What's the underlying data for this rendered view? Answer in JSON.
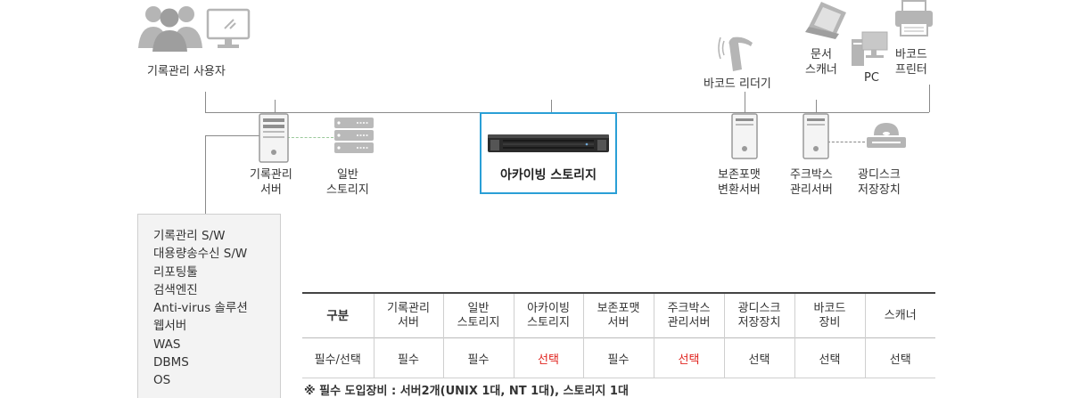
{
  "labels": {
    "records_user": "기록관리 사용자",
    "records_server": [
      "기록관리",
      "서버"
    ],
    "general_storage": [
      "일반",
      "스토리지"
    ],
    "archiving_storage": "아카이빙 스토리지",
    "barcode_reader": "바코드 리더기",
    "document_scanner": [
      "문서",
      "스캐너"
    ],
    "pc": "PC",
    "barcode_printer": [
      "바코드",
      "프린터"
    ],
    "conversion_server": [
      "보존포맷",
      "변환서버"
    ],
    "jukebox_server": [
      "주크박스",
      "관리서버"
    ],
    "optical_storage": [
      "광디스크",
      "저장장치"
    ]
  },
  "software_list": [
    "기록관리 S/W",
    "대용량송수신 S/W",
    "리포팅툴",
    "검색엔진",
    "Anti-virus 솔루션",
    "웹서버",
    "WAS",
    "DBMS",
    "OS"
  ],
  "table": {
    "headers": [
      "구분",
      [
        "기록관리",
        "서버"
      ],
      [
        "일반",
        "스토리지"
      ],
      [
        "아카이빙",
        "스토리지"
      ],
      [
        "보존포맷",
        "서버"
      ],
      [
        "주크박스",
        "관리서버"
      ],
      [
        "광디스크",
        "저장장치"
      ],
      [
        "바코드",
        "장비"
      ],
      "스캐너"
    ],
    "row": [
      "필수/선택",
      "필수",
      "필수",
      "선택",
      "필수",
      "선택",
      "선택",
      "선택",
      "선택"
    ],
    "highlight_color": "#e0231e",
    "highlighted_columns": [
      3,
      5
    ]
  },
  "note": "※ 필수 도입장비 : 서버2개(UNIX 1대, NT 1대), 스토리지 1대",
  "colors": {
    "accent": "#2a9fd6",
    "icon": "#b5b5b5",
    "line": "#8a8a8a"
  },
  "icons": [
    "users-icon",
    "monitor-icon",
    "server-tower-icon",
    "storage-unit-icon",
    "rack-storage-icon",
    "barcode-scanner-icon",
    "flatbed-scanner-icon",
    "pc-icon",
    "printer-icon",
    "optical-drive-icon"
  ]
}
